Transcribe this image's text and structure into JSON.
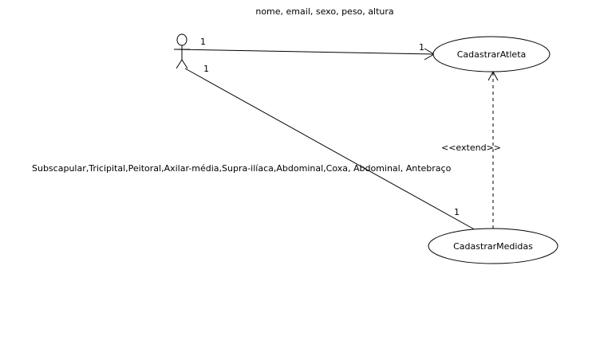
{
  "diagram": {
    "attribute_notes": {
      "atleta": "nome, email, sexo, peso, altura",
      "medidas": "Subscapular,Tricipital,Peitoral,Axilar-média,Supra-ilíaca,Abdominal,Coxa, Abdominal, Antebraço"
    },
    "use_cases": {
      "cadastrar_atleta": "CadastrarAtleta",
      "cadastrar_medidas": "CadastrarMedidas"
    },
    "associations": {
      "actor_atleta": {
        "actor_end": "1",
        "usecase_end": "1"
      },
      "actor_medidas": {
        "actor_end": "1",
        "usecase_end": "1"
      }
    },
    "relationships": {
      "extend_label": "<<extend>>"
    }
  }
}
